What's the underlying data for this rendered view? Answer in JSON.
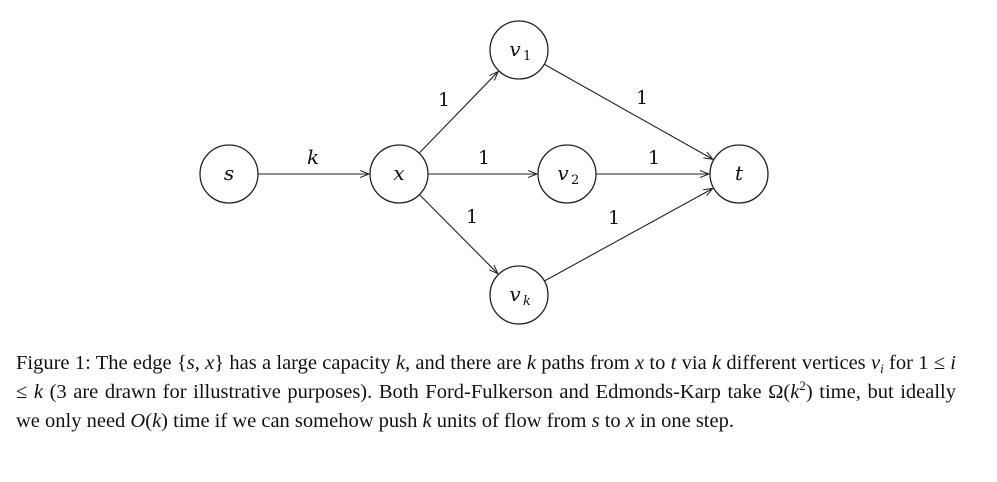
{
  "diagram": {
    "nodes": [
      {
        "id": "s",
        "label": "s",
        "sub": ""
      },
      {
        "id": "x",
        "label": "x",
        "sub": ""
      },
      {
        "id": "v1",
        "label": "v",
        "sub": "1"
      },
      {
        "id": "v2",
        "label": "v",
        "sub": "2"
      },
      {
        "id": "vk",
        "label": "v",
        "sub": "k"
      },
      {
        "id": "t",
        "label": "t",
        "sub": ""
      }
    ],
    "edges": [
      {
        "from": "s",
        "to": "x",
        "label": "k"
      },
      {
        "from": "x",
        "to": "v1",
        "label": "1"
      },
      {
        "from": "x",
        "to": "v2",
        "label": "1"
      },
      {
        "from": "x",
        "to": "vk",
        "label": "1"
      },
      {
        "from": "v1",
        "to": "t",
        "label": "1"
      },
      {
        "from": "v2",
        "to": "t",
        "label": "1"
      },
      {
        "from": "vk",
        "to": "t",
        "label": "1"
      }
    ]
  },
  "caption": {
    "figure_label": "Figure 1:",
    "t1": "The edge {",
    "t2": "} has a large capacity",
    "t3": ", and there are",
    "t4": "paths from",
    "t5": "to",
    "t6": "via",
    "t7": "different vertices",
    "t8": "for 1 ≤",
    "t9": "≤",
    "t10": "(3 are drawn for illustrative purposes). Both Ford-Fulkerson and Edmonds-Karp take Ω(",
    "t11": ") time, but ideally we only need",
    "t12": "(",
    "t13": ") time if we can somehow push",
    "t14": "units of flow from",
    "t15": "to",
    "t16": "in one step.",
    "sym_s": "s",
    "sym_x": "x",
    "sym_k": "k",
    "sym_t": "t",
    "sym_v": "v",
    "sym_i": "i",
    "sym_O": "O",
    "sym_2": "2"
  }
}
